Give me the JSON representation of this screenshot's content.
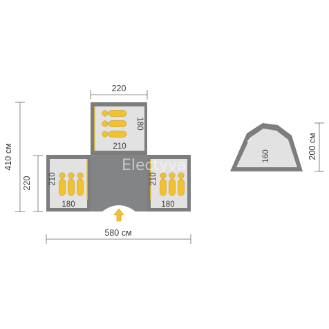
{
  "plan": {
    "top_width_label": "220",
    "total_height_label": "410 см",
    "side_height_label": "220",
    "total_width_label": "580 см",
    "top_room": {
      "length_label": "180",
      "width_label": "210",
      "sleepers": 3
    },
    "left_room": {
      "height_label": "210",
      "width_label": "180",
      "sleepers": 3
    },
    "right_room": {
      "height_label": "210",
      "width_label": "180",
      "sleepers": 3
    },
    "watermark": "Electyva"
  },
  "profile": {
    "inner_height_label": "160",
    "outer_height_label": "200 см"
  },
  "colors": {
    "wall": "#7c7d7f",
    "floor": "#e2e2e2",
    "hall": "#838486",
    "sleeper": "#f2c12e",
    "entrance_arrow": "#f2c12e",
    "line": "#555555"
  }
}
